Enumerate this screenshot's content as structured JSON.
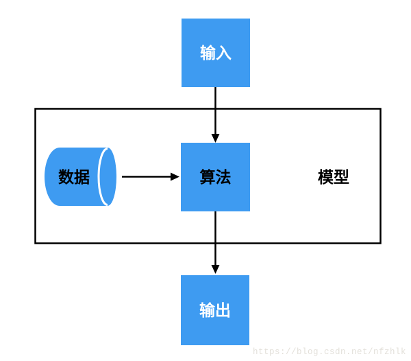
{
  "diagram": {
    "title_semantic": "machine-learning-flow",
    "nodes": {
      "input": {
        "label": "输入",
        "shape": "rect",
        "text_color": "#ffffff"
      },
      "data": {
        "label": "数据",
        "shape": "cylinder",
        "text_color": "#000000"
      },
      "algorithm": {
        "label": "算法",
        "shape": "rect",
        "text_color": "#000000"
      },
      "model": {
        "label": "模型",
        "shape": "frame-label",
        "text_color": "#000000"
      },
      "output": {
        "label": "输出",
        "shape": "rect",
        "text_color": "#ffffff"
      }
    },
    "edges": [
      {
        "from": "input",
        "to": "algorithm",
        "direction": "down"
      },
      {
        "from": "data",
        "to": "algorithm",
        "direction": "right"
      },
      {
        "from": "algorithm",
        "to": "output",
        "direction": "down"
      }
    ],
    "colors": {
      "node_fill": "#3e9bf1",
      "stroke": "#000000",
      "frame_stroke": "#000000",
      "background": "#ffffff"
    }
  },
  "watermark": {
    "text": "https://blog.csdn.net/nfzhlk",
    "color": "#e3e0da"
  }
}
